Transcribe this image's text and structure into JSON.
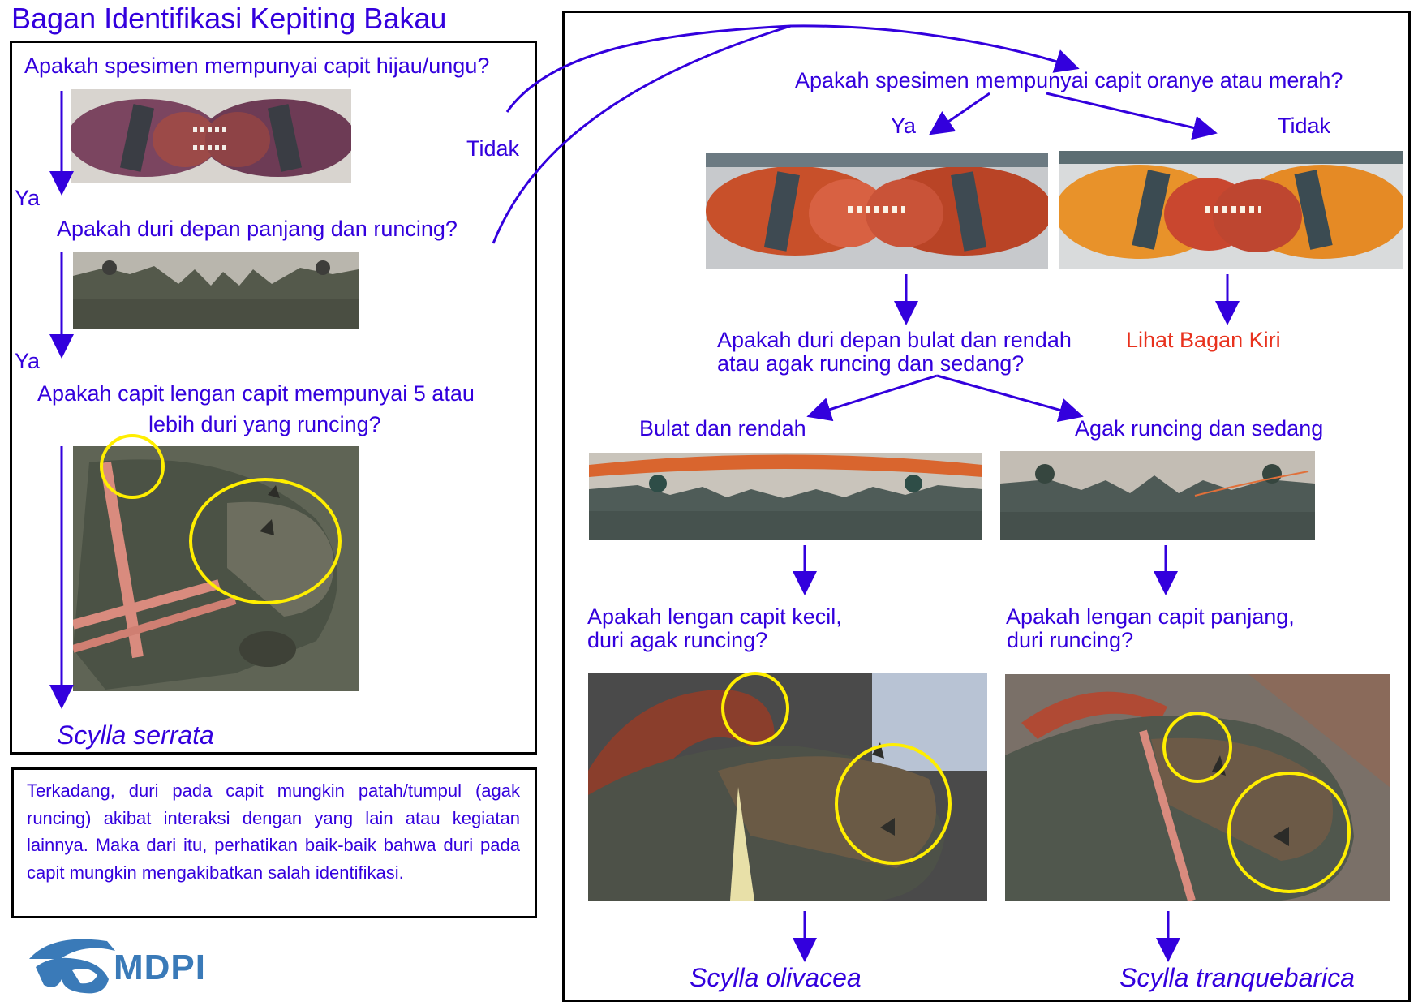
{
  "title": "Bagan Identifikasi Kepiting Bakau",
  "left_chart": {
    "q1": "Apakah spesimen mempunyai capit hijau/ungu?",
    "no_label": "Tidak",
    "yes1": "Ya",
    "q2": "Apakah duri depan panjang dan runcing?",
    "yes2": "Ya",
    "q3_line1": "Apakah capit lengan capit mempunyai 5 atau",
    "q3_line2": "lebih duri yang runcing?",
    "result": "Scylla serrata"
  },
  "note": "Terkadang, duri pada capit mungkin patah/tumpul (agak runcing) akibat interaksi dengan yang lain atau kegiatan lainnya. Maka dari itu, perhatikan baik-baik bahwa duri pada capit mungkin mengakibatkan salah identifikasi.",
  "right_chart": {
    "q1": "Apakah spesimen mempunyai capit oranye atau merah?",
    "yes": "Ya",
    "no": "Tidak",
    "q2_line1": "Apakah duri depan bulat dan rendah",
    "q2_line2": "atau agak runcing dan sedang?",
    "see_left": "Lihat Bagan Kiri",
    "branch_round": "Bulat dan rendah",
    "branch_sharp": "Agak runcing dan sedang",
    "q3a_line1": "Apakah lengan capit kecil,",
    "q3a_line2": "duri agak runcing?",
    "q3b_line1": "Apakah lengan capit panjang,",
    "q3b_line2": "duri runcing?",
    "result_a": "Scylla olivacea",
    "result_b": "Scylla tranquebarica"
  },
  "logo": {
    "text": "MDPI"
  },
  "colors": {
    "text": "#3300dd",
    "arrow": "#3300dd",
    "highlight": "#ffee00",
    "red": "#e8321e"
  }
}
